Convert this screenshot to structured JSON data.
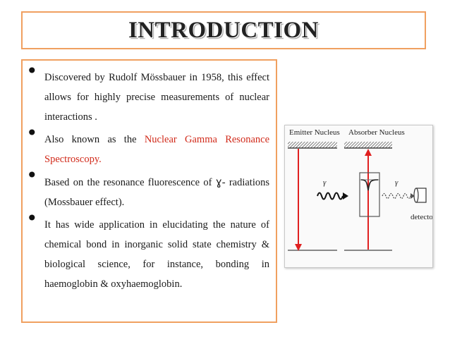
{
  "slide": {
    "title": "INTRODUCTION",
    "bullets": [
      {
        "parts": [
          "Discovered by Rudolf Mössbauer in 1958, this effect allows for highly precise measurements of nuclear interactions ."
        ]
      },
      {
        "parts": [
          "Also known as the ",
          "Nuclear Gamma Resonance Spectroscopy."
        ]
      },
      {
        "parts": [
          "Based on the resonance fluorescence of ",
          "ɣ",
          "- radiations (Mossbauer effect)."
        ]
      },
      {
        "parts": [
          "It has wide application in elucidating the nature of chemical bond in inorganic solid state chemistry & biological science, for instance, bonding in haemoglobin & oxyhaemoglobin."
        ]
      }
    ],
    "bullet_symbol": "•"
  },
  "figure": {
    "emitter_label": "Emitter Nucleus",
    "absorber_label": "Absorber Nucleus",
    "gamma_1": "γ",
    "gamma_2": "γ",
    "detector_label": "detector",
    "arrow_color": "#e02020"
  },
  "colors": {
    "border": "#f0a060",
    "highlight": "#d12a1a"
  }
}
